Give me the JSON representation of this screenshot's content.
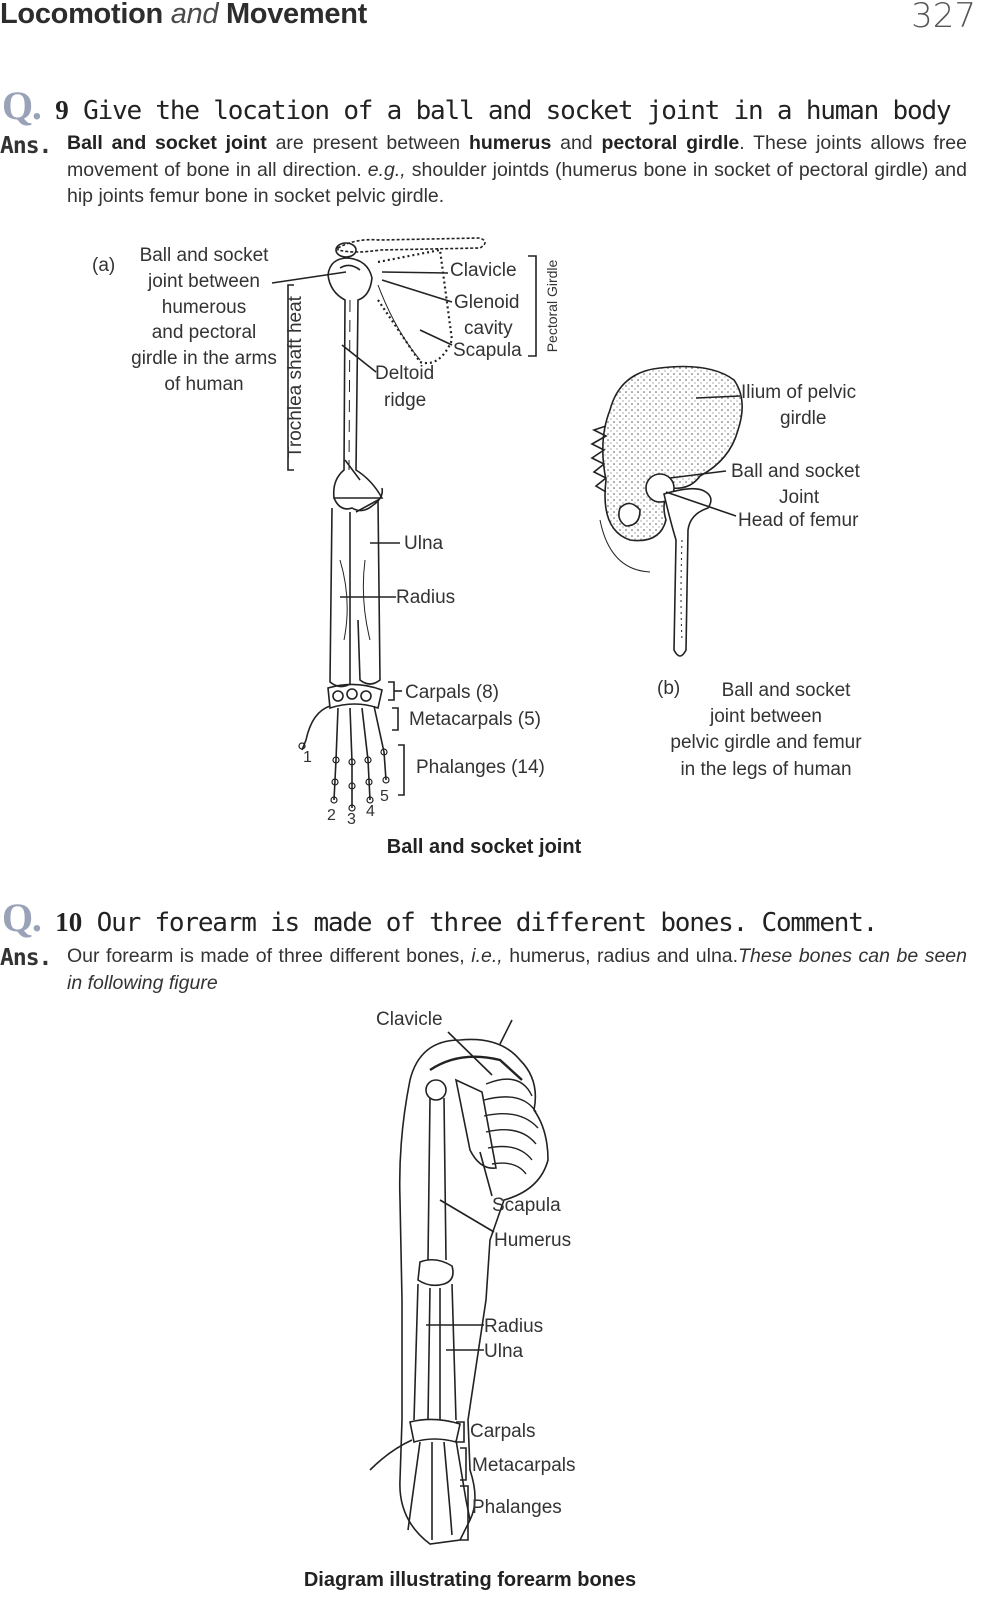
{
  "header": {
    "chapter_title_part1": "Locomotion",
    "chapter_title_part2": "and",
    "chapter_title_part3": "Movement",
    "page_number": "327"
  },
  "q9": {
    "marker": "Q.",
    "number": "9",
    "question": "Give the location of a ball and socket joint in a human body",
    "ans_label": "Ans.",
    "answer_bold1": "Ball and socket joint",
    "answer_t1": " are present between ",
    "answer_bold2": "humerus",
    "answer_t2": " and ",
    "answer_bold3": "pectoral girdle",
    "answer_t3": ". These joints allows free movement of bone in all direction. ",
    "answer_eg": "e.g.,",
    "answer_t4": " shoulder jointds (humerus bone in socket of pectoral girdle) and hip joints femur bone in socket pelvic girdle.",
    "figure_a": {
      "tag": "(a)",
      "desc_lines": [
        "Ball and socket",
        "joint between",
        "humerous",
        "and pectoral",
        "girdle in the arms",
        "of human"
      ],
      "trochlea": "Trochlea shaft heat",
      "clavicle": "Clavicle",
      "glenoid": "Glenoid",
      "cavity": "cavity",
      "scapula": "Scapula",
      "pectoral_girdle": "Pectoral Girdle",
      "deltoid": "Deltoid",
      "ridge": "ridge",
      "ulna": "Ulna",
      "radius": "Radius",
      "carpals": "Carpals (8)",
      "metacarpals": "Metacarpals (5)",
      "phalanges": "Phalanges (14)",
      "digits": [
        "1",
        "2",
        "3",
        "4",
        "5"
      ]
    },
    "figure_b": {
      "ilium_line1": "Ilium of pelvic",
      "ilium_line2": "girdle",
      "ball_line1": "Ball and socket",
      "ball_line2": "Joint",
      "head_femur": "Head of femur",
      "tag": "(b)",
      "desc_lines": [
        "Ball and socket",
        "joint between",
        "pelvic girdle and femur",
        "in  the legs of human"
      ]
    },
    "caption": "Ball and socket joint"
  },
  "q10": {
    "marker": "Q.",
    "number": "10",
    "question": "Our forearm is made of three different bones. Comment.",
    "ans_label": "Ans.",
    "answer_t1": "Our forearm is made of three different bones, ",
    "answer_ie": "i.e.,",
    "answer_t2": " humerus, radius and ulna.",
    "answer_italic": "These bones can be seen in following figure",
    "figure": {
      "clavicle": "Clavicle",
      "scapula": "Scapula",
      "humerus": "Humerus",
      "radius": "Radius",
      "ulna": "Ulna",
      "carpals": "Carpals",
      "metacarpals": "Metacarpals",
      "phalanges": "Phalanges"
    },
    "caption": "Diagram illustrating forearm bones"
  }
}
